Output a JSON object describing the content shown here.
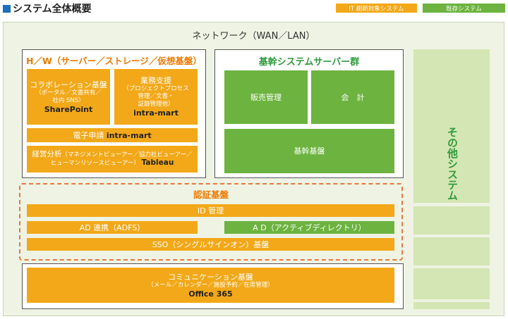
{
  "title": "システム全体概要",
  "legend": {
    "it": "IT 刷新対象システム",
    "existing": "既存システム"
  },
  "colors": {
    "it_orange": "#f2a818",
    "existing_green": "#6cb33f",
    "accent_orange": "#ee7a00",
    "dashed_border": "#e8783b"
  },
  "network": "ネットワーク（WAN／LAN）",
  "hw": {
    "header": "H／W（サーバー／ストレージ／仮想基盤）",
    "collab": {
      "name": "コラボレーション基盤",
      "detail": [
        "（ポータル／文書共有／",
        "社内 SNS）"
      ],
      "product": "SharePoint"
    },
    "work": {
      "name": "業務支援",
      "detail": [
        "（プロジェクトプロセス",
        "管理／文書・",
        "証跡管理他）"
      ],
      "product": "intra-mart"
    },
    "e_app": {
      "name": "電子申請",
      "product": "intra-mart"
    },
    "analysis": {
      "name": "経営分析",
      "detail_line1": "（マネジメントビューアー／協力社ビューアー／",
      "detail_line2": "ヒューマンリソースビューアー）",
      "product": "Tableau"
    }
  },
  "core": {
    "header": "基幹システムサーバー群",
    "sales": "販売管理",
    "accounting": "会　計",
    "base": "基幹基盤"
  },
  "other": "その他システム",
  "auth": {
    "header": "認証基盤",
    "id_mgmt": "ID 管理",
    "ad_link": "AD 連携（ADFS）",
    "ad": "A D（アクティブディレクトリ）",
    "sso": "SSO（シングルサインオン）基盤"
  },
  "comm": {
    "name": "コミュニケーション基盤",
    "detail": "（メール／カレンダー／施設予約／在席管理）",
    "product": "Office 365"
  }
}
